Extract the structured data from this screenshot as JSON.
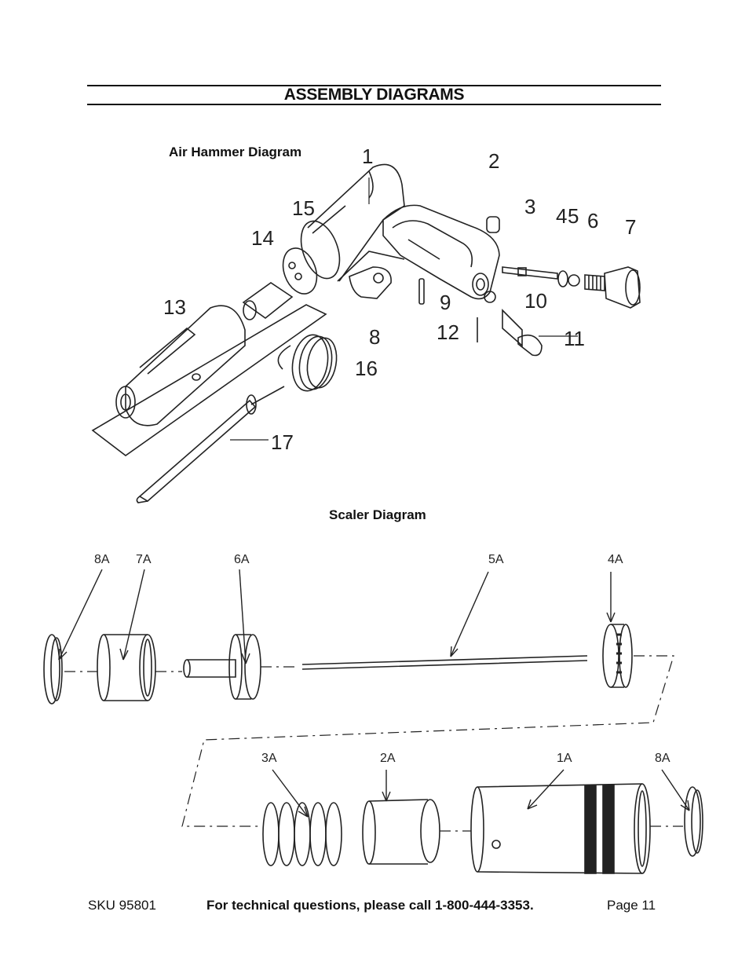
{
  "page": {
    "title": "ASSEMBLY DIAGRAMS"
  },
  "air_hammer": {
    "label": "Air Hammer Diagram",
    "callouts": [
      "1",
      "2",
      "3",
      "4",
      "5",
      "6",
      "7",
      "8",
      "9",
      "10",
      "11",
      "12",
      "13",
      "14",
      "15",
      "16",
      "17"
    ]
  },
  "scaler": {
    "label": "Scaler Diagram",
    "callouts": [
      "8A",
      "7A",
      "6A",
      "5A",
      "4A",
      "3A",
      "2A",
      "1A",
      "8A"
    ]
  },
  "footer": {
    "sku": "SKU 95801",
    "tech": "For technical questions, please call 1-800-444-3353.",
    "page": "Page 11"
  }
}
